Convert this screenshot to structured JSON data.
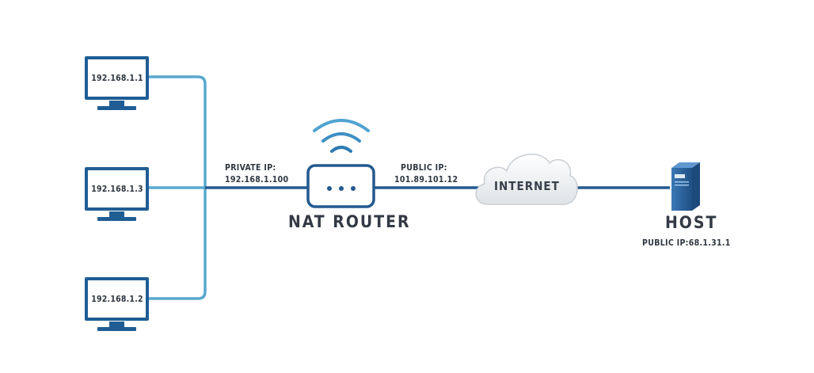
{
  "computers": [
    {
      "ip": "192.168.1.1"
    },
    {
      "ip": "192.168.1.3"
    },
    {
      "ip": "192.168.1.2"
    }
  ],
  "router": {
    "label": "NAT ROUTER",
    "private_ip_title": "PRIVATE IP:",
    "private_ip_value": "192.168.1.100",
    "public_ip_title": "PUBLIC IP:",
    "public_ip_value": "101.89.101.12"
  },
  "internet": {
    "label": "INTERNET"
  },
  "host": {
    "label": "HOST",
    "public_ip": "PUBLIC IP:68.1.31.1"
  },
  "colors": {
    "link_dark": "#23598f",
    "link_light": "#5aa8cf",
    "monitor_frame": "#1f5d94",
    "server_blue": "#2a5f9a",
    "cloud_fill": "#eef0f2"
  }
}
